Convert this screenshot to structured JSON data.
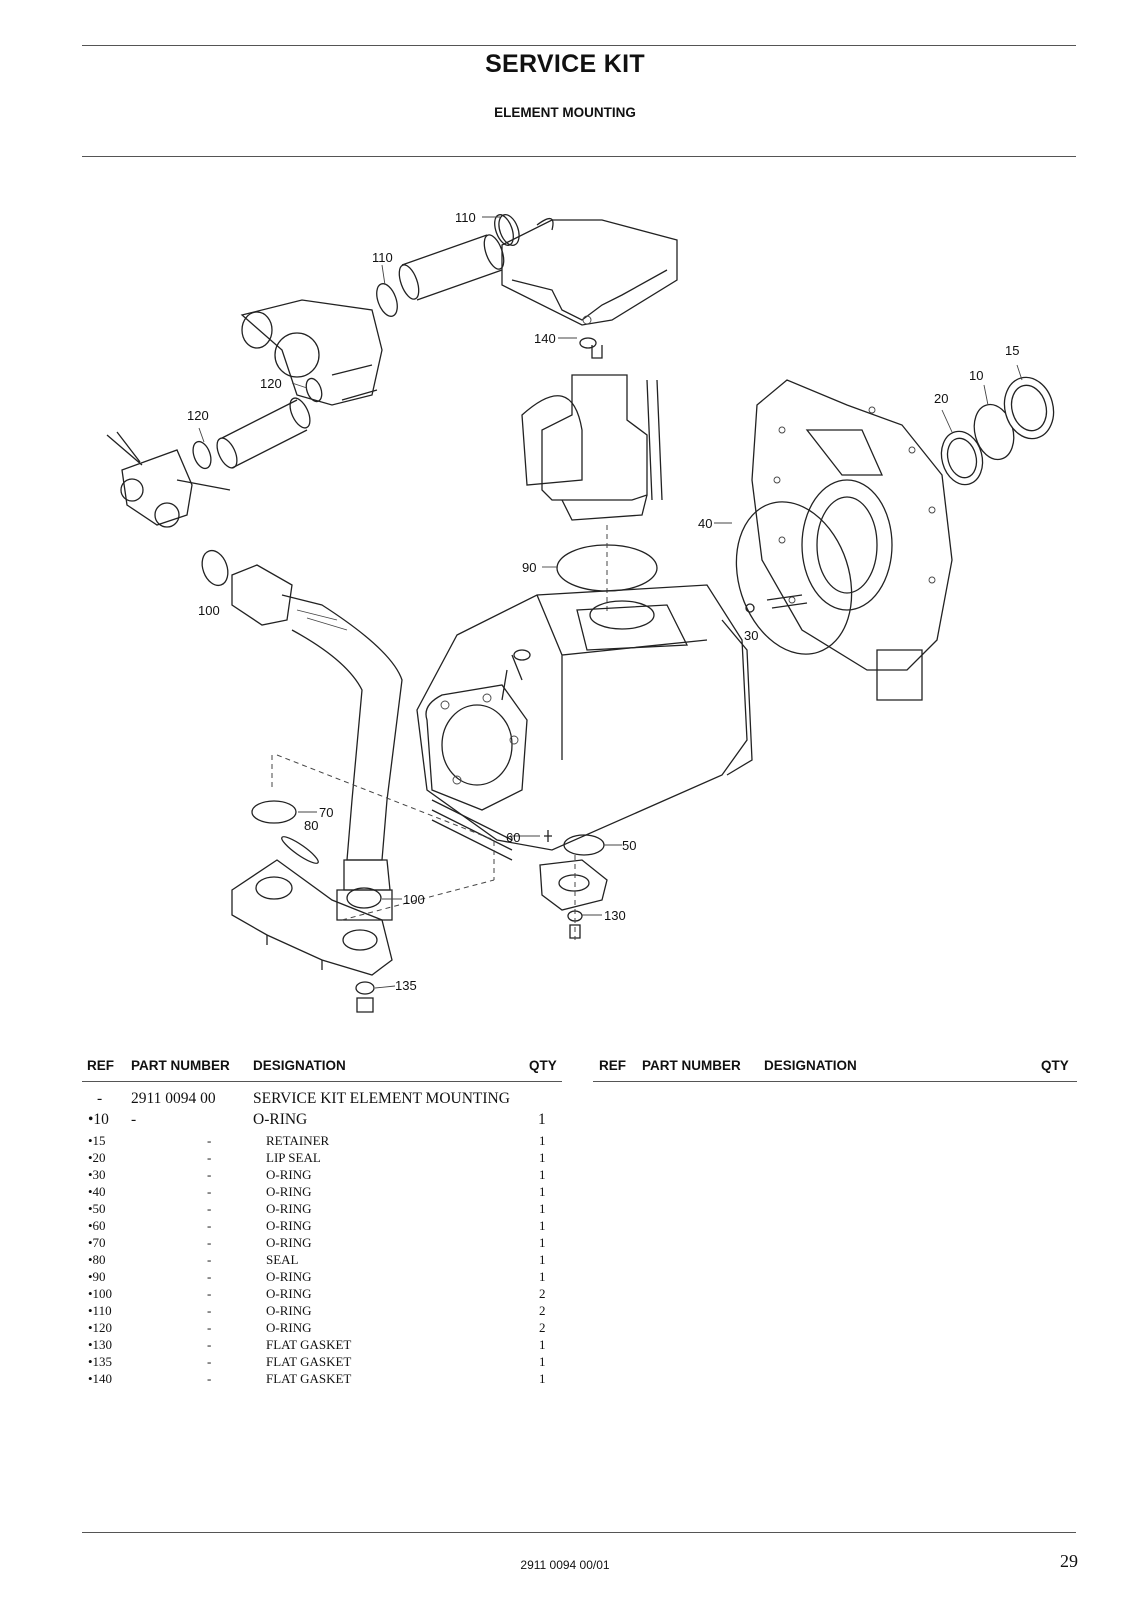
{
  "header": {
    "title": "SERVICE KIT",
    "subtitle": "ELEMENT MOUNTING"
  },
  "diagram": {
    "callouts": [
      "110",
      "110",
      "140",
      "120",
      "120",
      "15",
      "10",
      "20",
      "40",
      "90",
      "100",
      "30",
      "70",
      "80",
      "60",
      "50",
      "100",
      "130",
      "135"
    ]
  },
  "table": {
    "headers": {
      "ref": "REF",
      "part_number": "PART NUMBER",
      "designation": "DESIGNATION",
      "qty": "QTY"
    },
    "kit": {
      "ref": "-",
      "part_number": "2911 0094 00",
      "designation": "SERVICE KIT ELEMENT MOUNTING"
    },
    "first": {
      "ref": "•10",
      "part_number": "-",
      "designation": "O-RING",
      "qty": "1"
    },
    "rows": [
      {
        "ref": "•15",
        "part_number": "-",
        "designation": "RETAINER",
        "qty": "1"
      },
      {
        "ref": "•20",
        "part_number": "-",
        "designation": "LIP SEAL",
        "qty": "1"
      },
      {
        "ref": "•30",
        "part_number": "-",
        "designation": "O-RING",
        "qty": "1"
      },
      {
        "ref": "•40",
        "part_number": "-",
        "designation": "O-RING",
        "qty": "1"
      },
      {
        "ref": "•50",
        "part_number": "-",
        "designation": "O-RING",
        "qty": "1"
      },
      {
        "ref": "•60",
        "part_number": "-",
        "designation": "O-RING",
        "qty": "1"
      },
      {
        "ref": "•70",
        "part_number": "-",
        "designation": "O-RING",
        "qty": "1"
      },
      {
        "ref": "•80",
        "part_number": "-",
        "designation": "SEAL",
        "qty": "1"
      },
      {
        "ref": "•90",
        "part_number": "-",
        "designation": "O-RING",
        "qty": "1"
      },
      {
        "ref": "•100",
        "part_number": "-",
        "designation": "O-RING",
        "qty": "2"
      },
      {
        "ref": "•110",
        "part_number": "-",
        "designation": "O-RING",
        "qty": "2"
      },
      {
        "ref": "•120",
        "part_number": "-",
        "designation": "O-RING",
        "qty": "2"
      },
      {
        "ref": "•130",
        "part_number": "-",
        "designation": "FLAT GASKET",
        "qty": "1"
      },
      {
        "ref": "•135",
        "part_number": "-",
        "designation": "FLAT GASKET",
        "qty": "1"
      },
      {
        "ref": "•140",
        "part_number": "-",
        "designation": "FLAT GASKET",
        "qty": "1"
      }
    ]
  },
  "footer": {
    "document_code": "2911 0094 00/01",
    "page_number": "29"
  }
}
